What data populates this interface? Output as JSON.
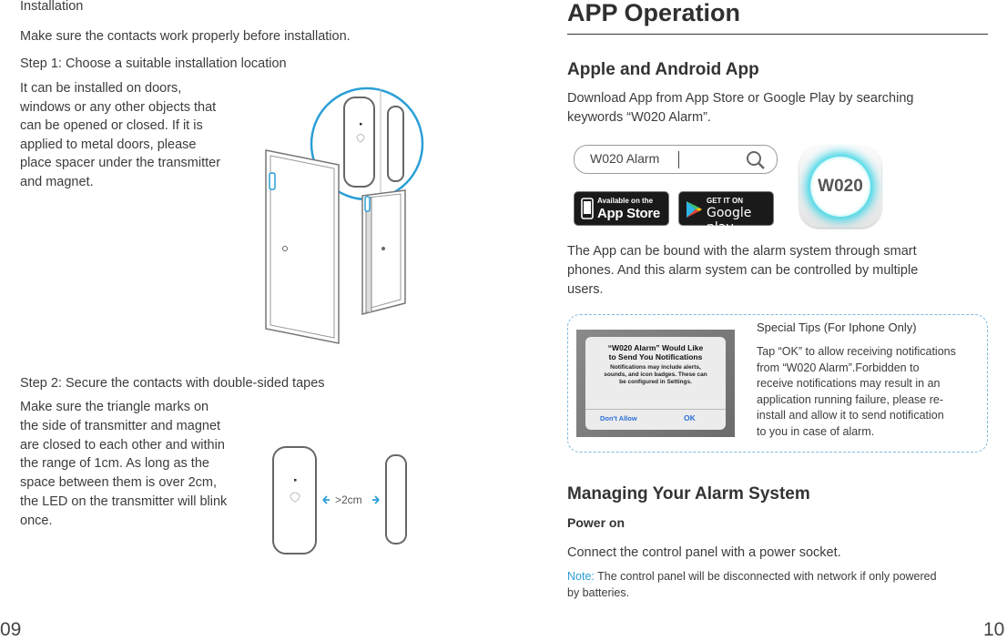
{
  "left": {
    "section_title": "Installation",
    "intro": "Make sure the contacts work properly before installation.",
    "step1": {
      "label": "Step 1:",
      "text": " Choose a suitable installation location",
      "body_lines": [
        "It can be installed on doors,",
        "windows or any other objects that",
        "can be opened or closed. If it is",
        "applied to metal doors, please",
        "place spacer under the transmitter",
        "and magnet."
      ]
    },
    "step2": {
      "label": "Step 2:",
      "text": " Secure the contacts with double-sided tapes",
      "body_lines": [
        "Make sure the triangle marks on",
        "the side of transmitter and magnet",
        "are closed to each other and within",
        "the range of 1cm. As long as the",
        "space between them is over 2cm,",
        "the LED on the transmitter will blink",
        "once."
      ],
      "gap_label": ">2cm"
    },
    "page_number": "09"
  },
  "right": {
    "title": "APP Operation",
    "app_heading": "Apple and Android App",
    "download_lines": [
      "Download App from App Store or Google Play by searching",
      "keywords “W020 Alarm”."
    ],
    "search_value": "W020 Alarm",
    "appstore_small": "Available on the",
    "appstore_big": "App Store",
    "googleplay_small": "GET IT ON",
    "googleplay_big": "Google play",
    "app_icon_label": "W020",
    "bound_lines": [
      "The App can be bound with the alarm system through smart",
      "phones. And this alarm system can be controlled by multiple",
      "users."
    ],
    "tips": {
      "title": "Special Tips (For Iphone Only)",
      "lines": [
        "Tap “OK” to allow receiving notifications",
        "from “W020 Alarm”.Forbidden to",
        "receive notifications may result in an",
        "application running failure, please re-",
        "install and allow it to send notification",
        "to you in case of alarm."
      ],
      "dialog_title_lines": [
        "“W020 Alarm” Would Like",
        "to Send You Notifications"
      ],
      "dialog_body_lines": [
        "Notifications may include alerts,",
        "sounds, and icon badges. These can",
        "be configured in Settings."
      ],
      "dialog_dont_allow": "Don't Allow",
      "dialog_ok": "OK"
    },
    "manage_heading": "Managing Your Alarm System",
    "power_heading": "Power on",
    "power_text": "Connect the control panel with a power socket.",
    "note_label": "Note:",
    "note_lines": [
      " The control panel will be disconnected with network if only powered",
      "by batteries."
    ],
    "page_number": "10"
  },
  "colors": {
    "accent": "#2a9fd6",
    "app_glow": "#39d6e8"
  }
}
